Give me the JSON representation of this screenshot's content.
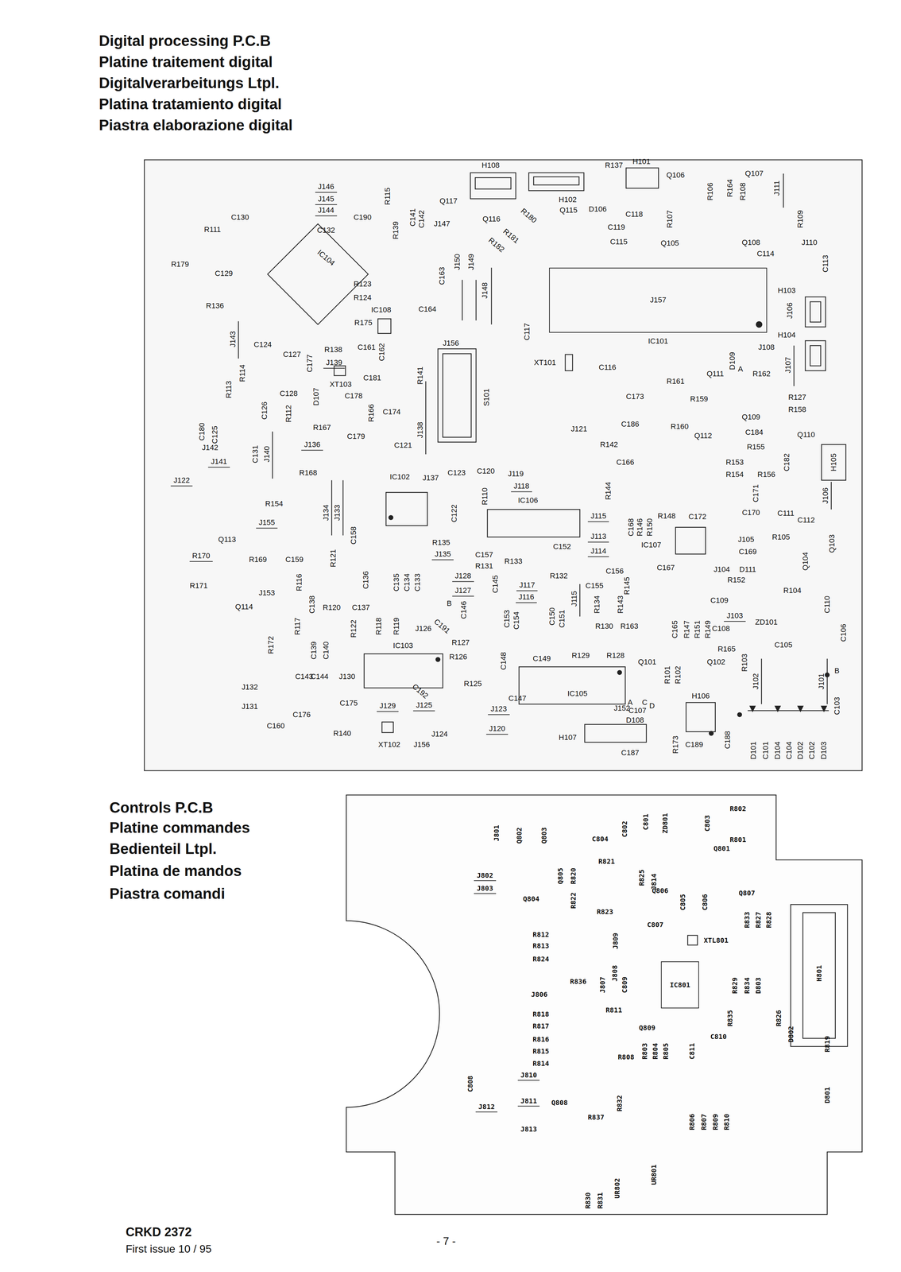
{
  "diagram": {
    "nodes": [
      {
        "text": [
          "J157",
          "IC101"
        ]
      },
      {
        "text": [
          "IC801"
        ]
      }
    ],
    "labels": [
      "Digital processing P.C.B",
      "Platine traitement digital",
      "Digitalverarbeitungs Ltpl.",
      "Platina tratamiento digital",
      "Piastra elaborazione digital",
      "Controls P.C.B",
      "Platine commandes",
      "Bedienteil Ltpl.",
      "Platina de mandos",
      "Piastra comandi",
      "CRKD 2372",
      "First issue 10 / 95",
      "- 7 -",
      "J146",
      "J145",
      "J144",
      "R115",
      "H108",
      "R137",
      "H101",
      "Q106",
      "Q107",
      "R106",
      "R164",
      "R108",
      "J111",
      "C130",
      "R111",
      "C190",
      "R139",
      "C141",
      "C142",
      "Q117",
      "H102",
      "Q115",
      "D106",
      "C118",
      "C119",
      "R107",
      "R109",
      "J147",
      "Q116",
      "R180",
      "R181",
      "R182",
      "C115",
      "Q105",
      "Q108",
      "J110",
      "C114",
      "C132",
      "R179",
      "C129",
      "C113",
      "IC104",
      "C163",
      "J150",
      "J149",
      "J148",
      "R123",
      "R124",
      "IC108",
      "C164",
      "R175",
      "R136",
      "H103",
      "J106",
      "C117",
      "H104",
      "J143",
      "C124",
      "C127",
      "R138",
      "C161",
      "C162",
      "J156",
      "J108",
      "C177",
      "J139",
      "XT101",
      "C116",
      "D109",
      "A",
      "J107",
      "Q111",
      "R162",
      "R114",
      "XT103",
      "C181",
      "R141",
      "S101",
      "R113",
      "C128",
      "D107",
      "R112",
      "C178",
      "C174",
      "C173",
      "R161",
      "R159",
      "R127",
      "R158",
      "C126",
      "R167",
      "R166",
      "C179",
      "J138",
      "J121",
      "C186",
      "R160",
      "Q112",
      "C184",
      "Q109",
      "Q110",
      "C180",
      "C125",
      "J142",
      "J136",
      "J141",
      "C131",
      "J140",
      "R168",
      "C121",
      "R142",
      "R155",
      "C166",
      "R153",
      "R156",
      "R154",
      "C182",
      "H105",
      "J122",
      "IC102",
      "J137",
      "C123",
      "C120",
      "J119",
      "J118",
      "R110",
      "IC106",
      "R144",
      "C171",
      "J106",
      "R154",
      "C122",
      "R148",
      "C172",
      "C170",
      "C111",
      "C112",
      "J155",
      "J134",
      "J133",
      "C158",
      "J115",
      "C168",
      "R146",
      "R150",
      "Q113",
      "J113",
      "IC107",
      "J105",
      "R105",
      "Q103",
      "R135",
      "J135",
      "C157",
      "C152",
      "J114",
      "C169",
      "R170",
      "R169",
      "C159",
      "R121",
      "R131",
      "R133",
      "R132",
      "C156",
      "R145",
      "C167",
      "J104",
      "D111",
      "Q104",
      "R171",
      "R116",
      "C136",
      "C135",
      "C134",
      "C133",
      "J128",
      "J127",
      "C145",
      "J117",
      "C155",
      "R152",
      "R104",
      "J153",
      "C138",
      "R120",
      "C137",
      "J116",
      "J115",
      "R134",
      "R143",
      "C109",
      "C110",
      "Q114",
      "B",
      "C146",
      "C153",
      "C154",
      "C150",
      "C151",
      "J103",
      "ZD101",
      "R117",
      "R122",
      "R118",
      "R119",
      "J126",
      "C191",
      "R130",
      "R163",
      "C165",
      "R147",
      "R151",
      "R149",
      "C108",
      "C106",
      "R172",
      "C139",
      "C140",
      "IC103",
      "R127",
      "C105",
      "R165",
      "R126",
      "C148",
      "C149",
      "R129",
      "R128",
      "R103",
      "Q101",
      "Q102",
      "R101",
      "R102",
      "J102",
      "J101",
      "B",
      "C103",
      "C143",
      "C144",
      "J130",
      "R125",
      "C147",
      "J132",
      "C192",
      "IC105",
      "H106",
      "C107",
      "A",
      "C",
      "D",
      "J131",
      "C175",
      "J129",
      "J125",
      "J123",
      "J152",
      "D108",
      "C176",
      "C160",
      "R140",
      "J120",
      "H107",
      "R173",
      "C189",
      "C188",
      "XT102",
      "J124",
      "J156",
      "C187",
      "D101",
      "C101",
      "D104",
      "D102",
      "C102",
      "D103",
      "C104",
      "J801",
      "Q802",
      "Q803",
      "C804",
      "C802",
      "C801",
      "ZD801",
      "C803",
      "R802",
      "R801",
      "Q801",
      "J802",
      "J803",
      "Q805",
      "R820",
      "R821",
      "R825",
      "J814",
      "Q804",
      "R822",
      "Q806",
      "Q807",
      "C805",
      "C806",
      "R833",
      "R827",
      "R828",
      "R823",
      "C807",
      "J809",
      "XTL801",
      "R812",
      "R813",
      "R824",
      "J807",
      "J808",
      "C809",
      "R829",
      "R834",
      "D803",
      "H801",
      "R836",
      "J806",
      "R818",
      "R811",
      "R835",
      "R826",
      "R817",
      "Q809",
      "R816",
      "C810",
      "D802",
      "R819",
      "R815",
      "R808",
      "R803",
      "R804",
      "R805",
      "C811",
      "R814",
      "J810",
      "C808",
      "R832",
      "J812",
      "J811",
      "Q808",
      "D801",
      "R806",
      "R807",
      "R809",
      "R810",
      "R837",
      "J813",
      "UR802",
      "UR801",
      "R830",
      "R831"
    ]
  }
}
